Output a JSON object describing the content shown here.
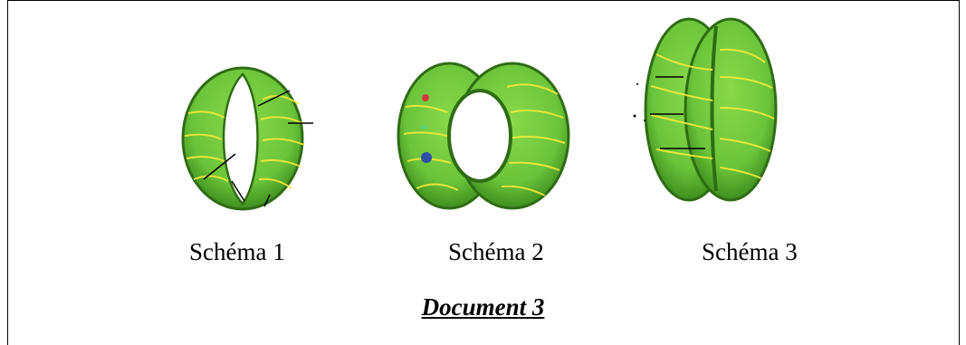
{
  "schemas": [
    {
      "label": "Schéma 1"
    },
    {
      "label": "Schéma 2"
    },
    {
      "label": "Schéma 3"
    }
  ],
  "document_title": "Document 3",
  "colors": {
    "cell_green": "#6cc43a",
    "cell_dark": "#3f8f1f",
    "stripe_yellow": "#f2ea3c",
    "dot_red": "#d23a3a",
    "dot_green": "#58d07a",
    "dot_blue": "#2e4fa8"
  }
}
